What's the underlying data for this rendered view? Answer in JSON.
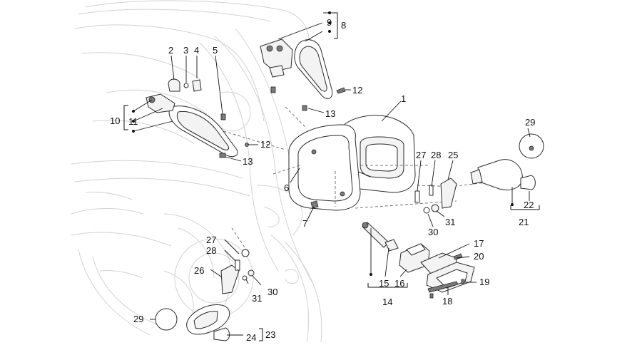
{
  "diagram": {
    "labels": {
      "l1": "1",
      "l2": "2",
      "l3": "3",
      "l4": "4",
      "l5": "5",
      "l6": "6",
      "l7": "7",
      "l8": "8",
      "l9": "9",
      "l10": "10",
      "l11": "11",
      "l12a": "12",
      "l12b": "12",
      "l13a": "13",
      "l13b": "13",
      "l14": "14",
      "l15": "15",
      "l16": "16",
      "l17": "17",
      "l18": "18",
      "l19": "19",
      "l20": "20",
      "l21": "21",
      "l22": "22",
      "l23": "23",
      "l24": "24",
      "l25": "25",
      "l26": "26",
      "l27a": "27",
      "l27b": "27",
      "l28a": "28",
      "l28b": "28",
      "l29a": "29",
      "l29b": "29",
      "l30a": "30",
      "l30b": "30",
      "l31a": "31",
      "l31b": "31"
    }
  }
}
